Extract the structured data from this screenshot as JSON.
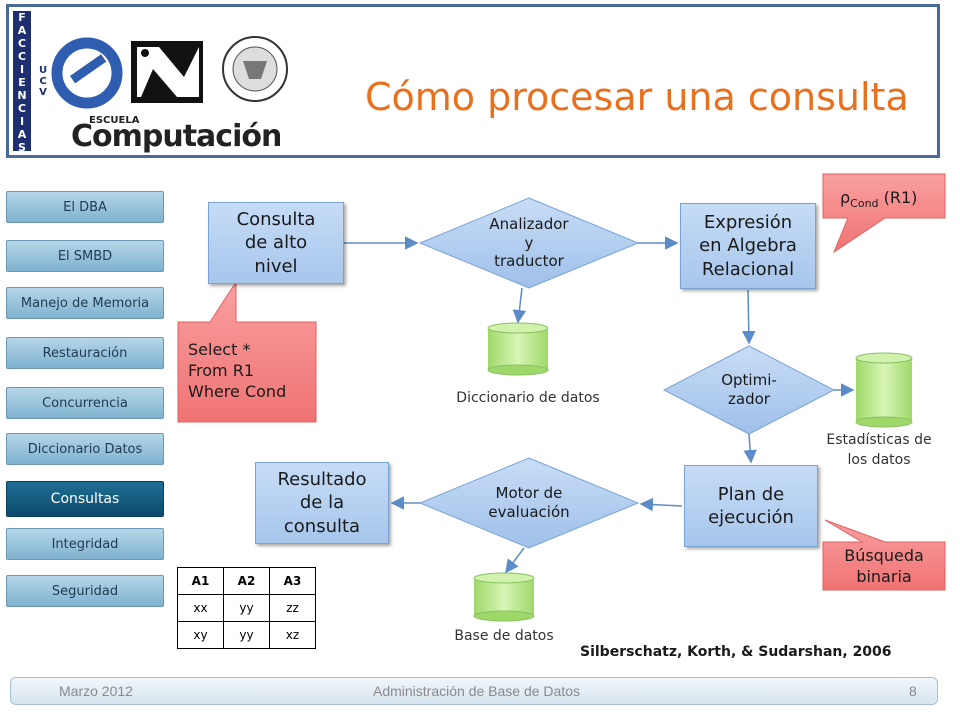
{
  "header": {
    "title": "Cómo procesar una consulta",
    "fac_letters": [
      "F",
      "A",
      "C",
      "C",
      "I",
      "E",
      "N",
      "C",
      "I",
      "A",
      "S"
    ],
    "ucv_letters": [
      "U",
      "C",
      "V"
    ],
    "escuela": "ESCUELA",
    "computacion": "Computación"
  },
  "sidebar": {
    "items": [
      {
        "label": "El DBA"
      },
      {
        "label": "El SMBD"
      },
      {
        "label": "Manejo de Memoria"
      },
      {
        "label": "Restauración"
      },
      {
        "label": "Concurrencia"
      },
      {
        "label": "Diccionario  Datos"
      },
      {
        "label": "Consultas"
      },
      {
        "label": "Integridad"
      },
      {
        "label": "Seguridad"
      }
    ],
    "active": "Consultas"
  },
  "diagram": {
    "consulta": "Consulta\nde alto\nnivel",
    "analizador": "Analizador\ny\ntraductor",
    "expresion": "Expresión\nen Algebra\nRelacional",
    "optimizador": "Optimi-\nzador",
    "plan": "Plan de\nejecución",
    "motor": "Motor de\nevaluación",
    "resultado": "Resultado\nde la\nconsulta",
    "diccionario": "Diccionario de datos",
    "estadisticas": "Estadísticas de\nlos datos",
    "base_datos": "Base de datos",
    "callout_select": "Select *\nFrom R1\nWhere Cond",
    "callout_rho_symbol": "ρ",
    "callout_rho_sub": "Cond",
    "callout_rho_rest": " (R1)",
    "callout_busqueda": "Búsqueda\nbinaria",
    "colors": {
      "box": "#b4d0f2",
      "callout": "#f07a7a",
      "cylinder": "#b5e48c",
      "arrow": "#5b8cc8"
    }
  },
  "table": {
    "headers": [
      "A1",
      "A2",
      "A3"
    ],
    "rows": [
      [
        "xx",
        "yy",
        "zz"
      ],
      [
        "xy",
        "yy",
        "xz"
      ]
    ]
  },
  "citation": "Silberschatz, Korth, & Sudarshan, 2006",
  "footer": {
    "date": "Marzo 2012",
    "course": "Administración de Base de Datos",
    "page": "8"
  }
}
